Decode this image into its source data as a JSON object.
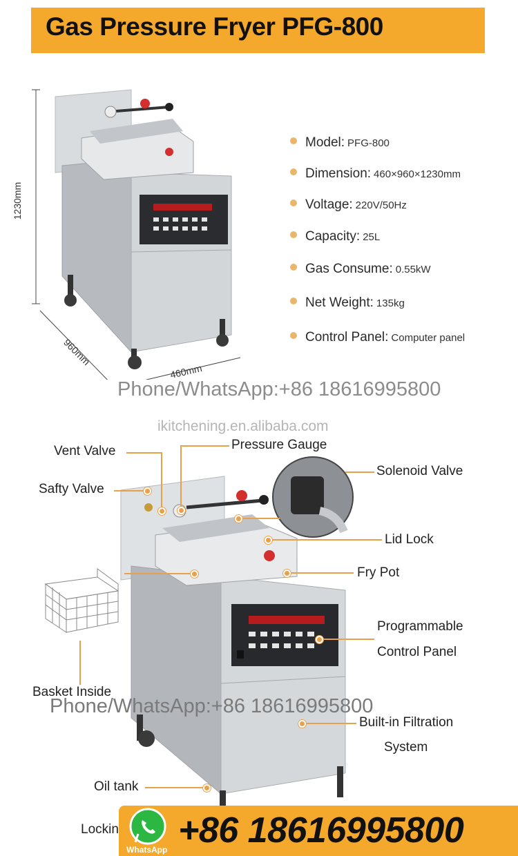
{
  "title": "Gas Pressure Fryer PFG-800",
  "specs": [
    {
      "key": "Model:",
      "value": "PFG-800"
    },
    {
      "key": "Dimension:",
      "value": "460×960×1230mm"
    },
    {
      "key": "Voltage:",
      "value": "220V/50Hz"
    },
    {
      "key": "Capacity:",
      "value": "25L"
    },
    {
      "key": "Gas Consume:",
      "value": "0.55kW"
    },
    {
      "key": "Net Weight:",
      "value": "135kg"
    },
    {
      "key": "Control Panel:",
      "value": "Computer panel"
    }
  ],
  "dimensions": {
    "height": "1230mm",
    "depth": "960mm",
    "width": "460mm"
  },
  "watermarks": {
    "phone_top": "Phone/WhatsApp:+86 18616995800",
    "site": "ikitchening.en.alibaba.com",
    "phone_bottom": "Phone/WhatsApp:+86 18616995800"
  },
  "callouts": {
    "vent_valve": "Vent Valve",
    "pressure_gauge": "Pressure Gauge",
    "solenoid_valve": "Solenoid Valve",
    "safety_valve": "Safty Valve",
    "lid_lock": "Lid Lock",
    "fry_pot": "Fry Pot",
    "programmable_line1": "Programmable",
    "programmable_line2": "Control Panel",
    "basket_inside": "Basket Inside",
    "filtration_line1": "Built-in Filtration",
    "filtration_line2": "System",
    "oil_tank": "Oil tank",
    "locking": "Locking"
  },
  "contact": {
    "whatsapp_label": "WhatsApp",
    "phone": "+86 18616995800"
  },
  "colors": {
    "accent": "#f4a92d",
    "callout_line": "#e9a04a",
    "bullet": "#e9b66a"
  }
}
